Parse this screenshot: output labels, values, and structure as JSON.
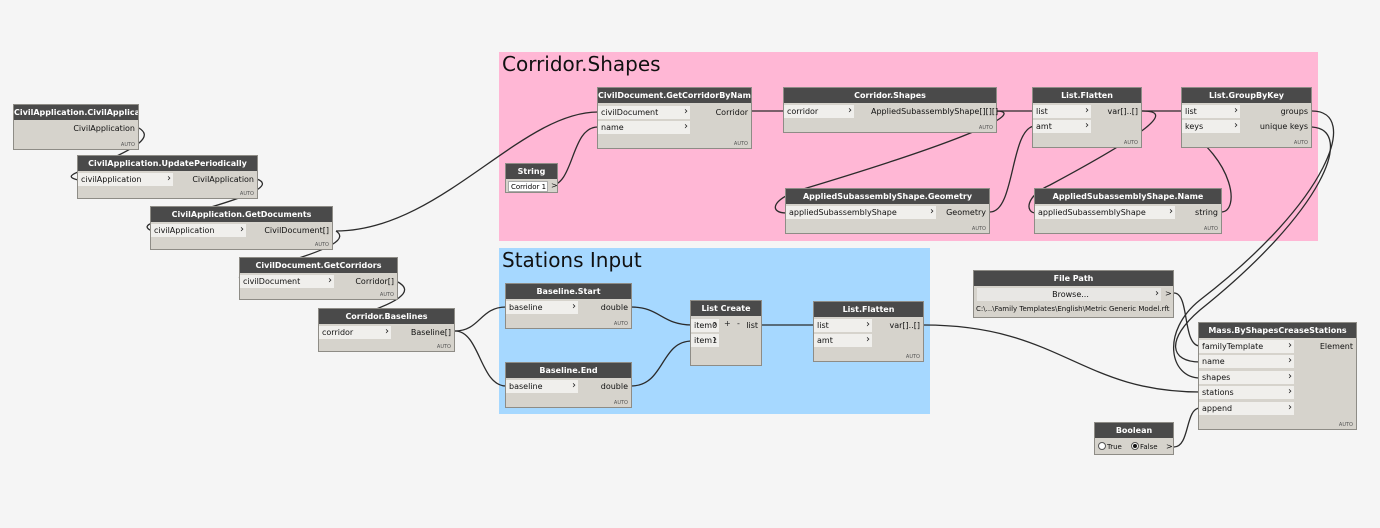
{
  "groups": {
    "corridor_shapes": {
      "title": "Corridor.Shapes",
      "color": "#ffb7d5"
    },
    "stations_input": {
      "title": "Stations Input",
      "color": "#a6d8ff"
    }
  },
  "nodes": {
    "civil_app": {
      "title": "CivilApplication.CivilApplication",
      "outputs": [
        "CivilApplication"
      ]
    },
    "update_periodically": {
      "title": "CivilApplication.UpdatePeriodically",
      "inputs": [
        "civilApplication"
      ],
      "outputs": [
        "CivilApplication"
      ]
    },
    "get_documents": {
      "title": "CivilApplication.GetDocuments",
      "inputs": [
        "civilApplication"
      ],
      "outputs": [
        "CivilDocument[]"
      ]
    },
    "get_corridors": {
      "title": "CivilDocument.GetCorridors",
      "inputs": [
        "civilDocument"
      ],
      "outputs": [
        "Corridor[]"
      ]
    },
    "corridor_baselines": {
      "title": "Corridor.Baselines",
      "inputs": [
        "corridor"
      ],
      "outputs": [
        "Baseline[]"
      ]
    },
    "get_corridor_by_name": {
      "title": "CivilDocument.GetCorridorByName",
      "inputs": [
        "civilDocument",
        "name"
      ],
      "outputs": [
        "Corridor"
      ]
    },
    "string_node": {
      "title": "String",
      "value": "Corridor 1",
      "arrow": ">"
    },
    "corridor_shapes": {
      "title": "Corridor.Shapes",
      "inputs": [
        "corridor"
      ],
      "outputs": [
        "AppliedSubassemblyShape[][][]"
      ]
    },
    "list_flatten_1": {
      "title": "List.Flatten",
      "inputs": [
        "list",
        "amt"
      ],
      "outputs": [
        "var[]..[]"
      ]
    },
    "list_groupbykey": {
      "title": "List.GroupByKey",
      "inputs": [
        "list",
        "keys"
      ],
      "outputs": [
        "groups",
        "unique keys"
      ]
    },
    "shape_geometry": {
      "title": "AppliedSubassemblyShape.Geometry",
      "inputs": [
        "appliedSubassemblyShape"
      ],
      "outputs": [
        "Geometry"
      ]
    },
    "shape_name": {
      "title": "AppliedSubassemblyShape.Name",
      "inputs": [
        "appliedSubassemblyShape"
      ],
      "outputs": [
        "string"
      ]
    },
    "baseline_start": {
      "title": "Baseline.Start",
      "inputs": [
        "baseline"
      ],
      "outputs": [
        "double"
      ]
    },
    "baseline_end": {
      "title": "Baseline.End",
      "inputs": [
        "baseline"
      ],
      "outputs": [
        "double"
      ]
    },
    "list_create": {
      "title": "List Create",
      "inputs": [
        "item0",
        "item1"
      ],
      "outputs": [
        "list"
      ],
      "plus": "+",
      "minus": "-"
    },
    "list_flatten_2": {
      "title": "List.Flatten",
      "inputs": [
        "list",
        "amt"
      ],
      "outputs": [
        "var[]..[]"
      ]
    },
    "file_path": {
      "title": "File Path",
      "button": "Browse...",
      "arrow": ">",
      "path": "C:\\...\\Family Templates\\English\\Metric Generic Model.rft"
    },
    "mass": {
      "title": "Mass.ByShapesCreaseStations",
      "inputs": [
        "familyTemplate",
        "name",
        "shapes",
        "stations",
        "append"
      ],
      "outputs": [
        "Element"
      ]
    },
    "boolean": {
      "title": "Boolean",
      "true_label": "True",
      "false_label": "False",
      "selected": "False",
      "arrow": ">"
    }
  },
  "auto_label": "AUTO"
}
